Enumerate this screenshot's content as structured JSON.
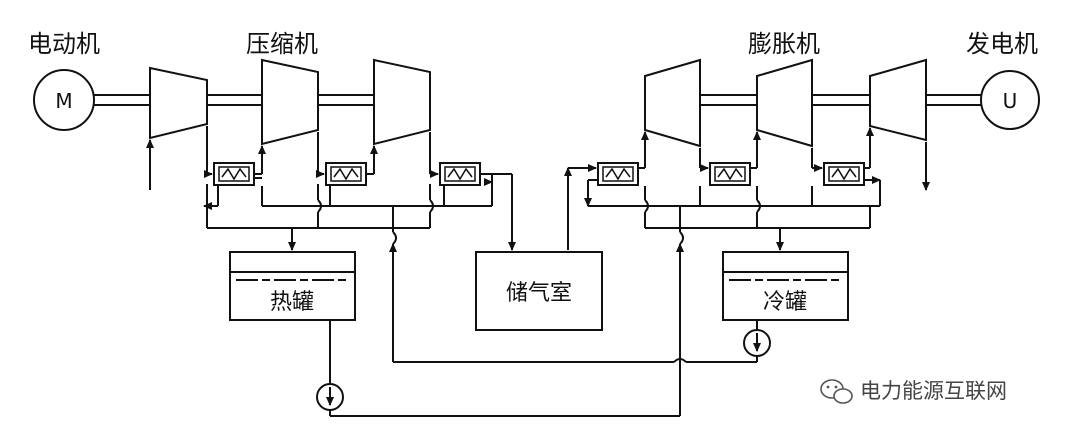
{
  "labels": {
    "motor": "电动机",
    "compressor": "压缩机",
    "expander": "膨胀机",
    "generator": "发电机",
    "hot_tank": "热罐",
    "storage": "储气室",
    "cold_tank": "冷罐",
    "motor_symbol": "M",
    "generator_symbol": "U"
  },
  "watermark": {
    "text": "电力能源互联网"
  }
}
